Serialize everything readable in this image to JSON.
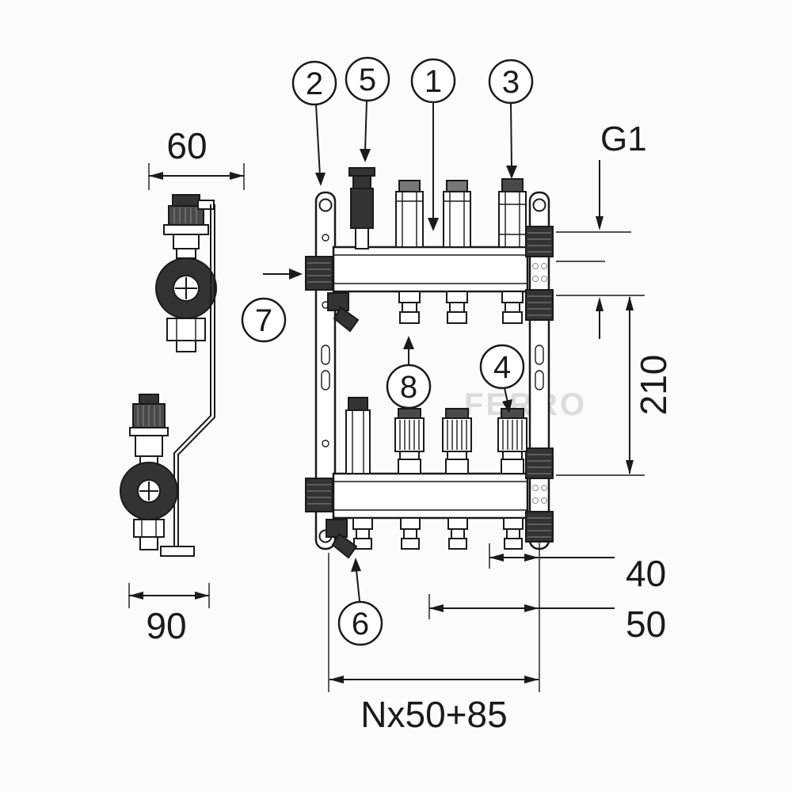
{
  "drawing": {
    "background": "#fbfbfb",
    "line_color": "#1a1a1a",
    "watermark": "FERRO",
    "callouts": [
      {
        "label": "2"
      },
      {
        "label": "5"
      },
      {
        "label": "1"
      },
      {
        "label": "3"
      },
      {
        "label": "7"
      },
      {
        "label": "8"
      },
      {
        "label": "4"
      },
      {
        "label": "6"
      }
    ],
    "dimensions": {
      "side_depth": "60",
      "side_width": "90",
      "connection_thread": "G1",
      "manifold_height": "210",
      "end_spacing": "40",
      "outlet_spacing": "50",
      "total_length": "Nx50+85"
    }
  }
}
